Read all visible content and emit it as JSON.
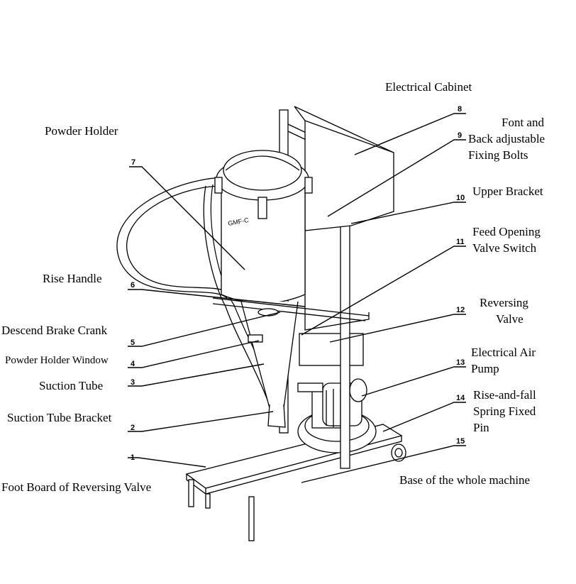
{
  "labels": {
    "electrical_cabinet": "Electrical Cabinet",
    "powder_holder": "Powder Holder",
    "fixing_bolts_1": "Font and",
    "fixing_bolts_2": "Back adjustable",
    "fixing_bolts_3": "Fixing Bolts",
    "upper_bracket": "Upper Bracket",
    "feed_valve_1": "Feed Opening",
    "feed_valve_2": "Valve Switch",
    "reversing_valve_1": "Reversing",
    "reversing_valve_2": "Valve",
    "air_pump_1": "Electrical Air",
    "air_pump_2": "Pump",
    "spring_pin_1": "Rise-and-fall",
    "spring_pin_2": "Spring Fixed",
    "spring_pin_3": "Pin",
    "base": "Base of the whole machine",
    "rise_handle": "Rise Handle",
    "brake_crank": "Descend Brake Crank",
    "holder_window": "Powder Holder Window",
    "suction_tube": "Suction Tube",
    "suction_bracket": "Suction Tube Bracket",
    "foot_board": "Foot Board of Reversing Valve"
  },
  "numbers": [
    "1",
    "2",
    "3",
    "4",
    "5",
    "6",
    "7",
    "8",
    "9",
    "10",
    "11",
    "12",
    "13",
    "14",
    "15"
  ],
  "machine_marking": "GMF-C"
}
